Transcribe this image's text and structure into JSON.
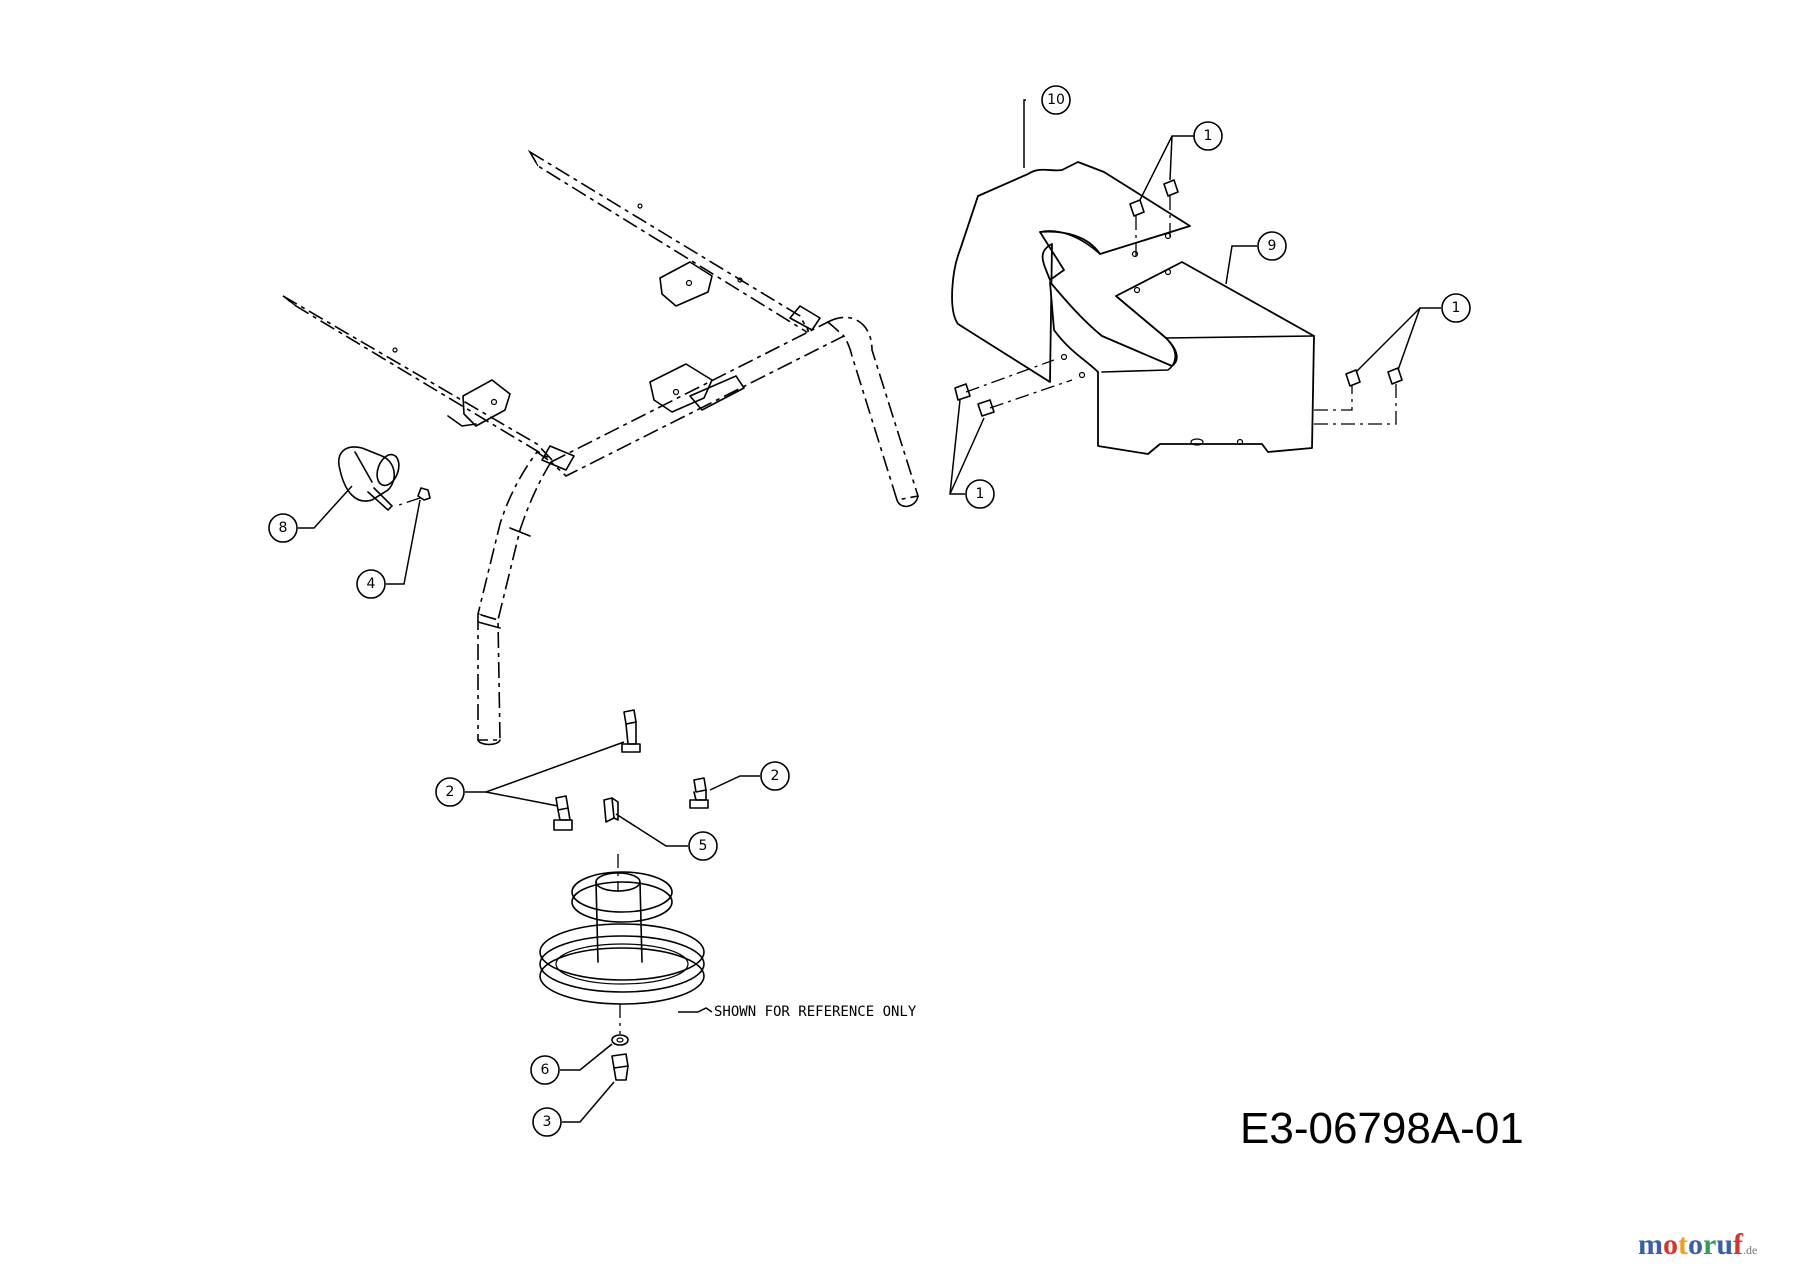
{
  "callouts": [
    {
      "id": "c10",
      "label": "10"
    },
    {
      "id": "c1a",
      "label": "1"
    },
    {
      "id": "c9",
      "label": "9"
    },
    {
      "id": "c1b",
      "label": "1"
    },
    {
      "id": "c1c",
      "label": "1"
    },
    {
      "id": "c8",
      "label": "8"
    },
    {
      "id": "c4",
      "label": "4"
    },
    {
      "id": "c2a",
      "label": "2"
    },
    {
      "id": "c2b",
      "label": "2"
    },
    {
      "id": "c5",
      "label": "5"
    },
    {
      "id": "c6",
      "label": "6"
    },
    {
      "id": "c3",
      "label": "3"
    }
  ],
  "reference_note": "SHOWN FOR REFERENCE ONLY",
  "drawing_number": "E3-06798A-01",
  "watermark": {
    "letters": [
      "m",
      "o",
      "t",
      "o",
      "r",
      "u",
      "f"
    ],
    "colors": [
      "#3a5fa8",
      "#d9342b",
      "#f0a020",
      "#3a5fa8",
      "#2e9e4f",
      "#3a5fa8",
      "#d9342b"
    ],
    "suffix": ".de"
  }
}
